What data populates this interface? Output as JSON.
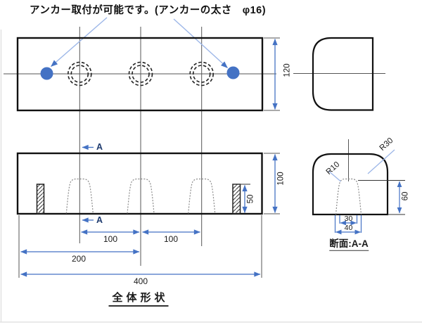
{
  "annotation": {
    "text": "アンカー取付が可能です。(アンカーの太さ　φ16)"
  },
  "plan_view": {
    "depth_dim": "120"
  },
  "front_view": {
    "height_dim": "100",
    "insert_height_dim": "50",
    "section_label_top": "A",
    "section_label_bottom": "A",
    "pitch_dim_left": "100",
    "pitch_dim_right": "100",
    "left_half_dim": "200",
    "overall_length_dim": "400"
  },
  "section_view": {
    "title": "断面:A-A",
    "corner_radius_label": "R30",
    "tunnel_radius_label": "R10",
    "tunnel_height_dim": "60",
    "tunnel_top_width_dim": "30",
    "tunnel_bottom_width_dim": "40"
  },
  "footer": {
    "title": "全体形状"
  },
  "colors": {
    "dimension_blue": "#4472C4",
    "leader_light_blue": "#9DB7E8",
    "outline_black": "#1A1A1A",
    "centerline_gray": "#555555",
    "anchor_dot_blue": "#4472C4"
  }
}
